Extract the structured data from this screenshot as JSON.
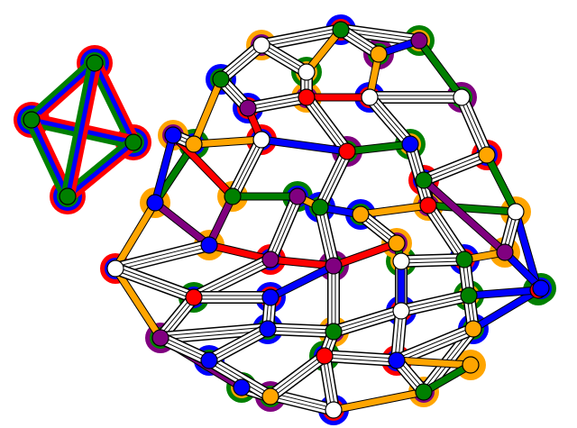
{
  "colors": {
    "red": "#ff0000",
    "green": "#008000",
    "blue": "#0000ff",
    "orange": "#ffa500",
    "purple": "#800080",
    "white": "#ffffff",
    "black": "#000000"
  },
  "components": [
    {
      "id": "tetrahedron",
      "nodes": [
        {
          "id": "t1",
          "color": "green"
        },
        {
          "id": "t2",
          "color": "green"
        },
        {
          "id": "t3",
          "color": "green"
        },
        {
          "id": "t4",
          "color": "green"
        }
      ],
      "edges": [
        {
          "a": "t1",
          "b": "t2",
          "colors": [
            "red",
            "blue",
            "green"
          ]
        },
        {
          "a": "t1",
          "b": "t3",
          "colors": [
            "red",
            "blue",
            "green"
          ]
        },
        {
          "a": "t2",
          "b": "t3",
          "colors": [
            "red",
            "blue",
            "green"
          ]
        },
        {
          "a": "t2",
          "b": "t4",
          "colors": [
            "red",
            "blue",
            "green"
          ]
        },
        {
          "a": "t3",
          "b": "t4",
          "colors": [
            "red",
            "blue",
            "green"
          ]
        },
        {
          "a": "t1",
          "b": "t4",
          "colors": [
            "red",
            "blue",
            "green"
          ]
        }
      ]
    },
    {
      "id": "sphere",
      "nodes": [
        {
          "id": "n1",
          "color": "white"
        },
        {
          "id": "n2",
          "color": "green"
        },
        {
          "id": "n3",
          "color": "purple"
        },
        {
          "id": "n4",
          "color": "white"
        },
        {
          "id": "n5",
          "color": "orange"
        },
        {
          "id": "n6",
          "color": "white"
        },
        {
          "id": "n7",
          "color": "red"
        },
        {
          "id": "n8",
          "color": "orange"
        },
        {
          "id": "n9",
          "color": "green"
        },
        {
          "id": "n10",
          "color": "white"
        },
        {
          "id": "n11",
          "color": "blue"
        },
        {
          "id": "n12",
          "color": "purple"
        },
        {
          "id": "n13",
          "color": "white"
        },
        {
          "id": "n14",
          "color": "blue"
        },
        {
          "id": "n15",
          "color": "orange"
        },
        {
          "id": "n16",
          "color": "green"
        },
        {
          "id": "n17",
          "color": "red"
        },
        {
          "id": "n18",
          "color": "white"
        },
        {
          "id": "n19",
          "color": "blue"
        },
        {
          "id": "n20",
          "color": "red"
        },
        {
          "id": "n21",
          "color": "white"
        },
        {
          "id": "n22",
          "color": "green"
        },
        {
          "id": "n23",
          "color": "purple"
        },
        {
          "id": "n24",
          "color": "orange"
        },
        {
          "id": "n25",
          "color": "red"
        },
        {
          "id": "n26",
          "color": "green"
        },
        {
          "id": "n27",
          "color": "white"
        },
        {
          "id": "n28",
          "color": "purple"
        },
        {
          "id": "n29",
          "color": "purple"
        },
        {
          "id": "n30",
          "color": "blue"
        },
        {
          "id": "n31",
          "color": "red"
        },
        {
          "id": "n32",
          "color": "blue"
        },
        {
          "id": "n33",
          "color": "green"
        },
        {
          "id": "n34",
          "color": "white"
        },
        {
          "id": "n35",
          "color": "green"
        },
        {
          "id": "n36",
          "color": "orange"
        },
        {
          "id": "n37",
          "color": "blue"
        },
        {
          "id": "n38",
          "color": "orange"
        },
        {
          "id": "n39",
          "color": "red"
        },
        {
          "id": "n40",
          "color": "blue"
        },
        {
          "id": "n41",
          "color": "blue"
        },
        {
          "id": "n42",
          "color": "purple"
        },
        {
          "id": "n43",
          "color": "white"
        },
        {
          "id": "n44",
          "color": "orange"
        },
        {
          "id": "n45",
          "color": "green"
        },
        {
          "id": "n46",
          "color": "purple"
        },
        {
          "id": "n47",
          "color": "blue"
        },
        {
          "id": "n48",
          "color": "green"
        },
        {
          "id": "n49",
          "color": "orange"
        },
        {
          "id": "n50",
          "color": "blue"
        }
      ],
      "edge_types": [
        "single-red",
        "single-green",
        "single-blue",
        "single-orange",
        "single-purple",
        "triple-white"
      ]
    }
  ]
}
